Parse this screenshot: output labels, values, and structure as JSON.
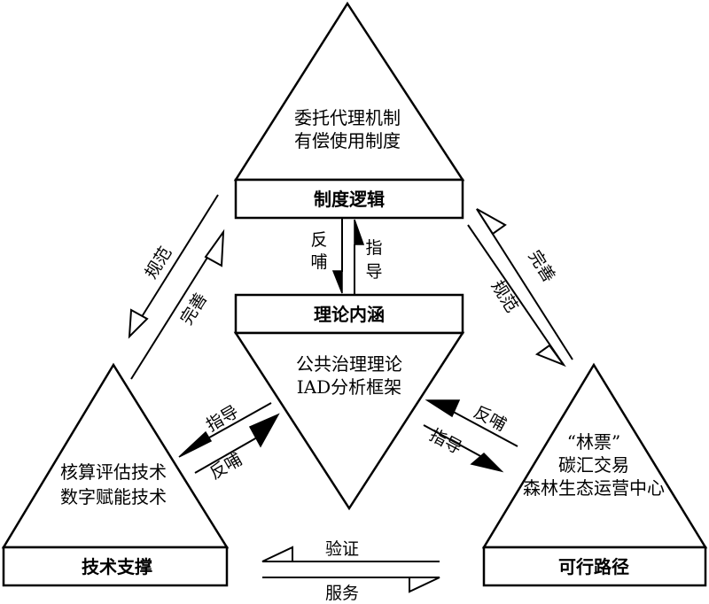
{
  "top_block": {
    "lines": [
      "委托代理机制",
      "有偿使用制度"
    ],
    "label": "制度逻辑"
  },
  "center_block": {
    "label": "理论内涵",
    "lines": [
      "公共治理理论",
      "IAD分析框架"
    ]
  },
  "left_block": {
    "lines": [
      "核算评估技术",
      "数字赋能技术"
    ],
    "label": "技术支撑"
  },
  "right_block": {
    "lines": [
      "“林票”",
      "碳汇交易",
      "森林生态运营中心"
    ],
    "label": "可行路径"
  },
  "arrows": {
    "top_center_down": "反哺",
    "top_center_up": "指导",
    "left_center_upper": "指导",
    "left_center_lower": "反哺",
    "right_center_upper": "反哺",
    "right_center_lower": "指导",
    "top_left_outer": "规范",
    "top_left_inner": "完善",
    "top_right_outer": "完善",
    "top_right_inner": "规范",
    "bottom_upper": "验证",
    "bottom_lower": "服务"
  }
}
